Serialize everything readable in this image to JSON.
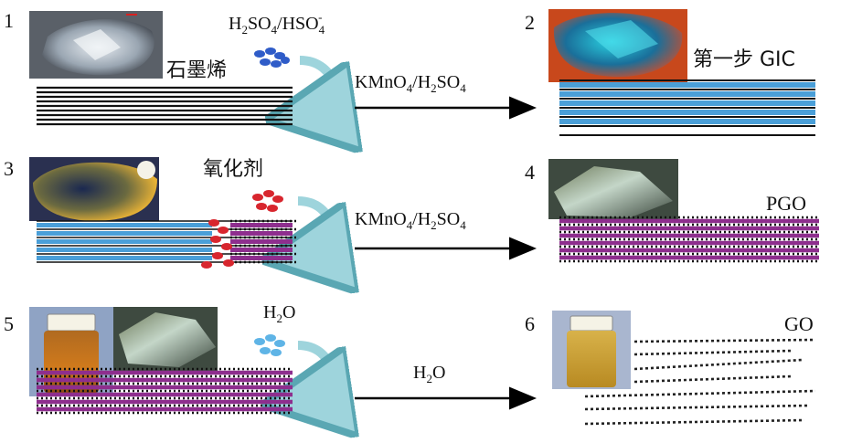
{
  "steps": [
    {
      "number": "1",
      "label": "石墨烯"
    },
    {
      "number": "2",
      "label": "第一步 GIC"
    },
    {
      "number": "3",
      "label": "氧化剂"
    },
    {
      "number": "4",
      "label": "PGO"
    },
    {
      "number": "5",
      "label": ""
    },
    {
      "number": "6",
      "label": "GO"
    }
  ],
  "reagents": {
    "step1": {
      "main": "H",
      "sub1": "2",
      "mid1": "SO",
      "sub2": "4",
      "mid2": "/HSO",
      "sub3": "4",
      "sup3": "-"
    },
    "step5": {
      "main": "H",
      "sub1": "2",
      "mid1": "O"
    }
  },
  "arrows": [
    {
      "a": "KMnO",
      "a_sub": "4",
      "b": "/H",
      "b_sub": "2",
      "c": "SO",
      "c_sub": "4"
    },
    {
      "a": "KMnO",
      "a_sub": "4",
      "b": "/H",
      "b_sub": "2",
      "c": "SO",
      "c_sub": "4"
    },
    {
      "a": "H",
      "a_sub": "2",
      "b": "O",
      "b_sub": "",
      "c": "",
      "c_sub": ""
    }
  ],
  "colors": {
    "graphite_line": "#111111",
    "gic_blue": "#4a9fd8",
    "pgo_purple": "#8e2e8e",
    "oxidant_red": "#d8262e",
    "h2so4_blue": "#2f5cc8",
    "water_blue": "#5fb4e6",
    "curved_arrow": "#9ed4dc",
    "go_dots": "#222222"
  }
}
